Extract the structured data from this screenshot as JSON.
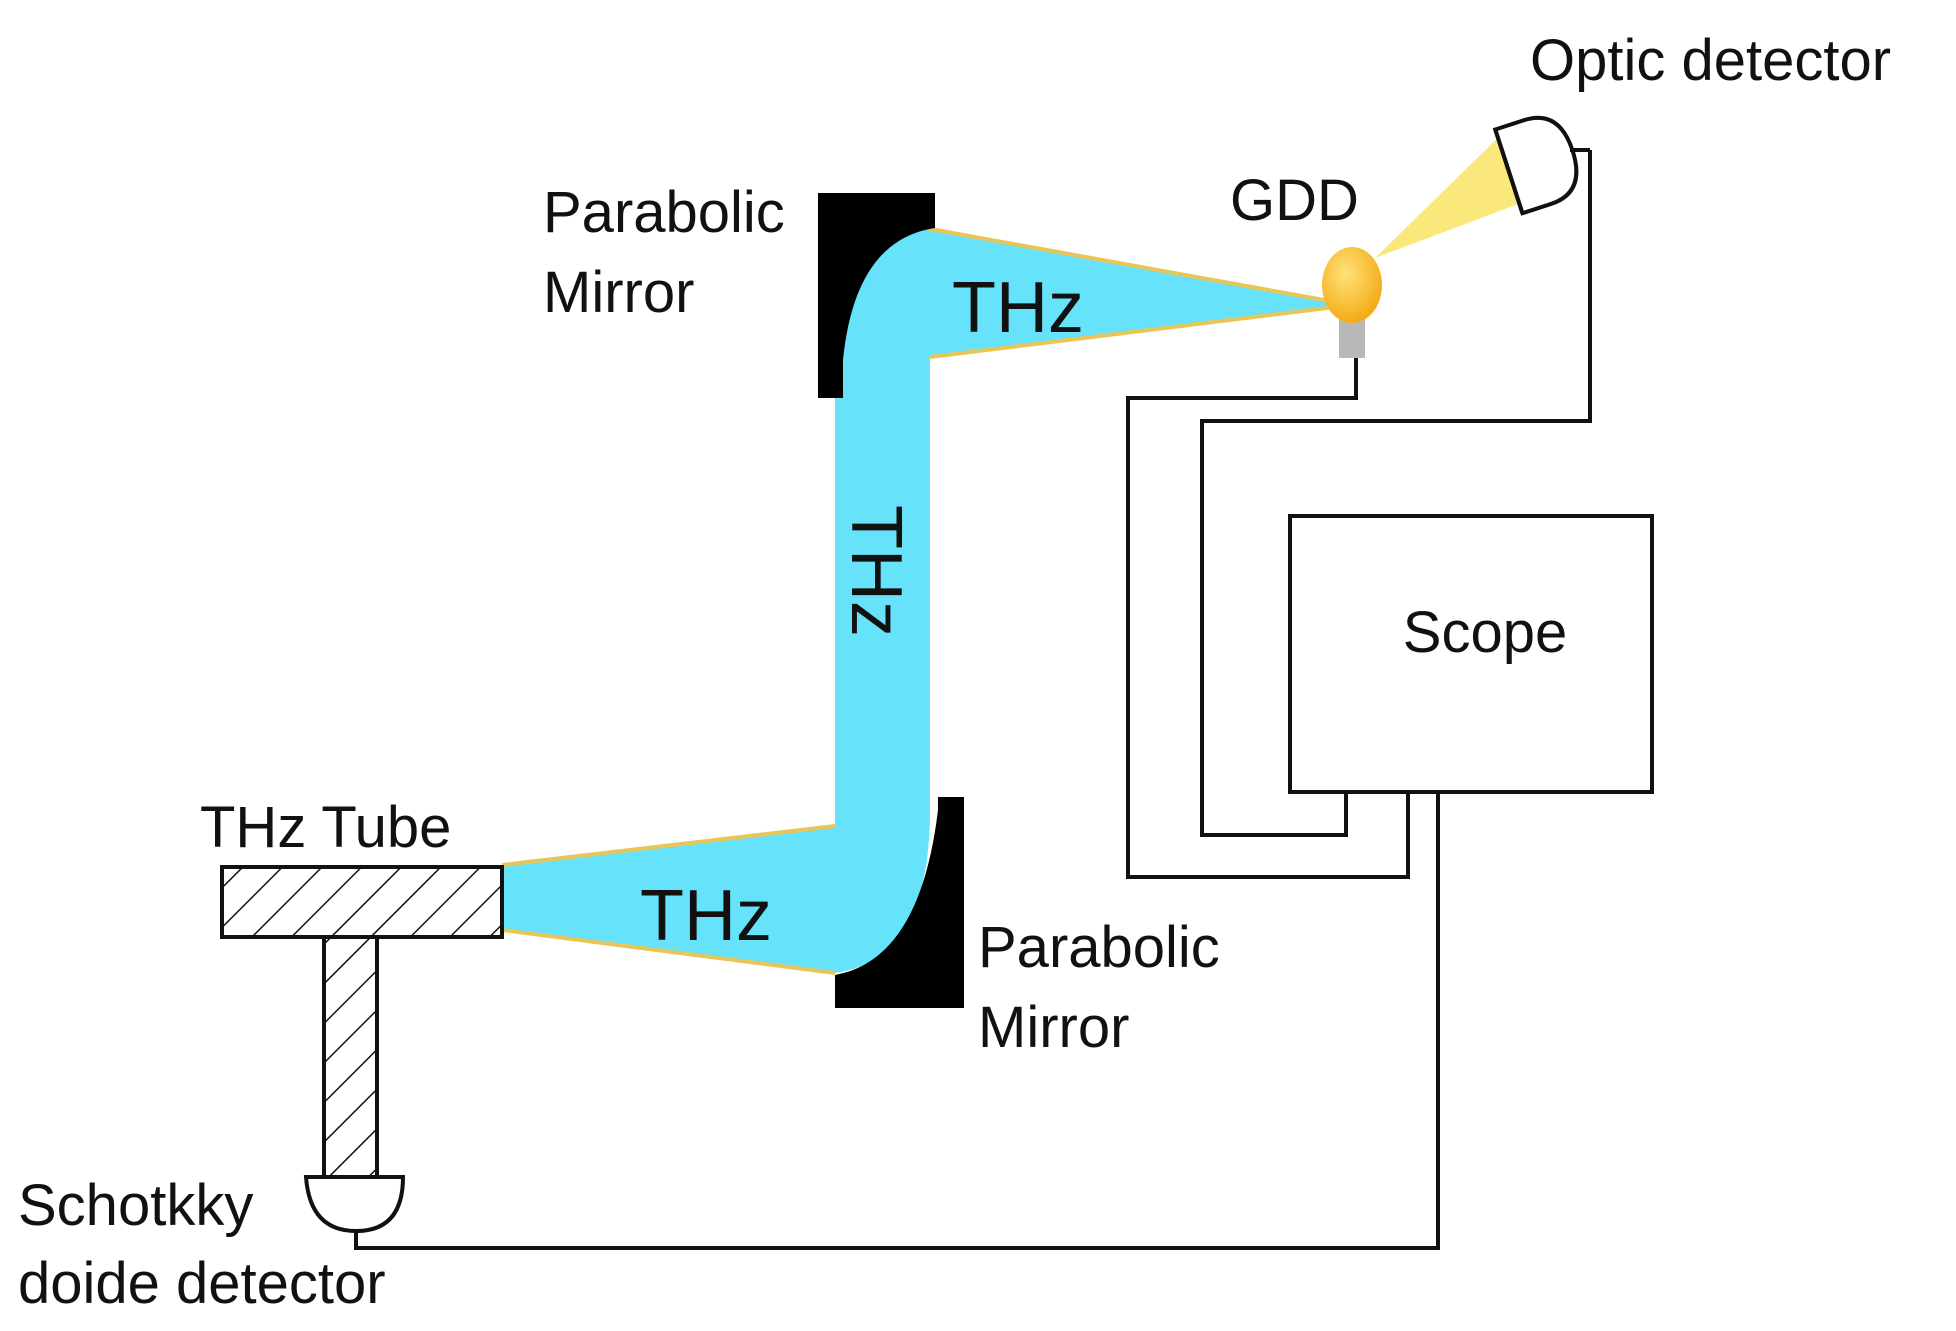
{
  "labels": {
    "optic_detector": "Optic detector",
    "gdd": "GDD",
    "parabolic_mirror_top_line1": "Parabolic",
    "parabolic_mirror_top_line2": "Mirror",
    "parabolic_mirror_bottom_line1": "Parabolic",
    "parabolic_mirror_bottom_line2": "Mirror",
    "thz_top": "THz",
    "thz_vertical": "THz",
    "thz_bottom": "THz",
    "scope": "Scope",
    "thz_tube": "THz Tube",
    "schottky_line1": "Schotkky",
    "schottky_line2": "doide detector"
  },
  "colors": {
    "beam": "#66e2fa",
    "beam_edge": "#e8c558",
    "mirror": "#000000",
    "gdd_bulb": "#f5b81e",
    "optic_cone": "#fbe87c",
    "wire": "#111111"
  }
}
